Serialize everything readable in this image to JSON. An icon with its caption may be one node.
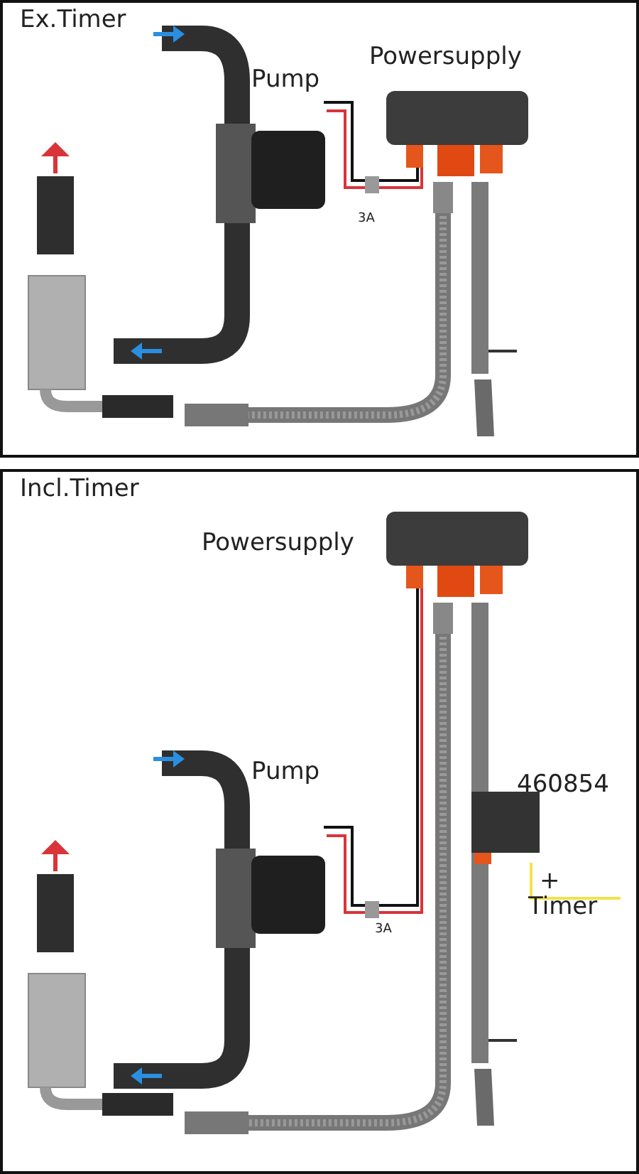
{
  "diagram": {
    "nodes": [
      {
        "text": [
          "Ex.Timer"
        ]
      },
      {
        "text": [
          "Incl.Timer"
        ]
      }
    ],
    "labels": [
      "Powersupply",
      "Pump",
      "3A",
      "Powersupply",
      "Pump",
      "460854",
      "+",
      "Timer",
      "3A"
    ]
  }
}
